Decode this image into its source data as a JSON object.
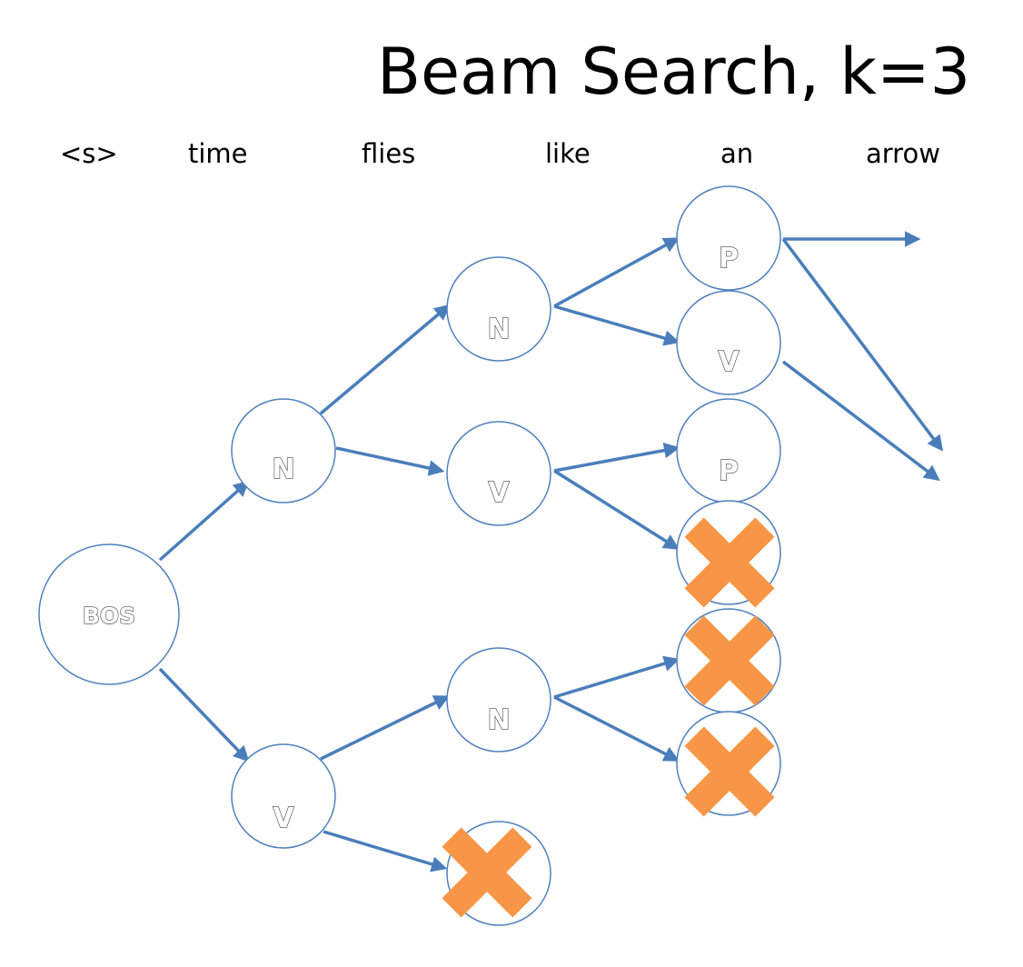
{
  "title": "Beam Search, k=3",
  "words": [
    "<s>",
    "time",
    "flies",
    "like",
    "an",
    "arrow"
  ],
  "nodes": {
    "bos": "BOS",
    "time_n": "N",
    "time_v": "V",
    "flies_n_top": "N",
    "flies_v_mid": "V",
    "flies_n_bottom": "N",
    "like_p_top": "P",
    "like_v": "V",
    "like_p_mid": "P"
  },
  "colors": {
    "edge": "#4a7ebb",
    "node_border": "#4f81bd",
    "pruned_mark": "#f79646"
  }
}
